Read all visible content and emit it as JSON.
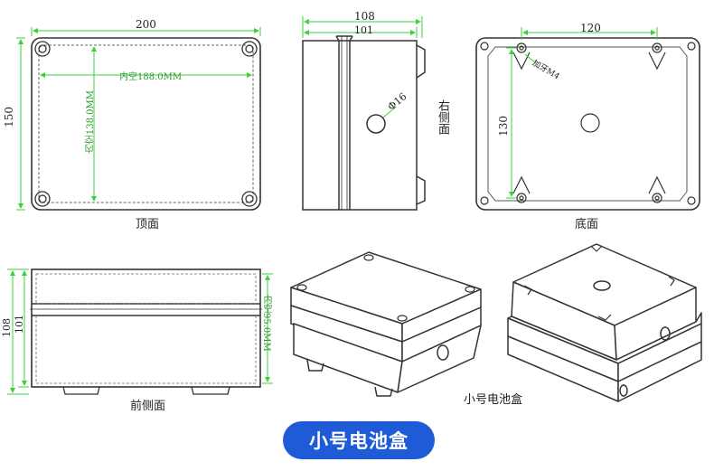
{
  "dims": {
    "top_width": "200",
    "top_height": "150",
    "inner_width": "内空188.0MM",
    "inner_height": "内空138.0MM",
    "side_outer": "108",
    "side_inner": "101",
    "hole": "Φ16",
    "bottom_spacing_x": "120",
    "bottom_spacing_y": "130",
    "screw": "加牙M4",
    "front_outer": "108",
    "front_inner": "101",
    "front_inner_label": "内空95.0MM"
  },
  "labels": {
    "top_view": "顶面",
    "right_view": "右侧面",
    "bottom_view": "底面",
    "front_view": "前侧面",
    "product_caption": "小号电池盒"
  },
  "banner": {
    "title": "小号电池盒"
  },
  "colors": {
    "dimension": "#3ad13a",
    "outline": "#333333",
    "banner": "#1f5bd6"
  }
}
